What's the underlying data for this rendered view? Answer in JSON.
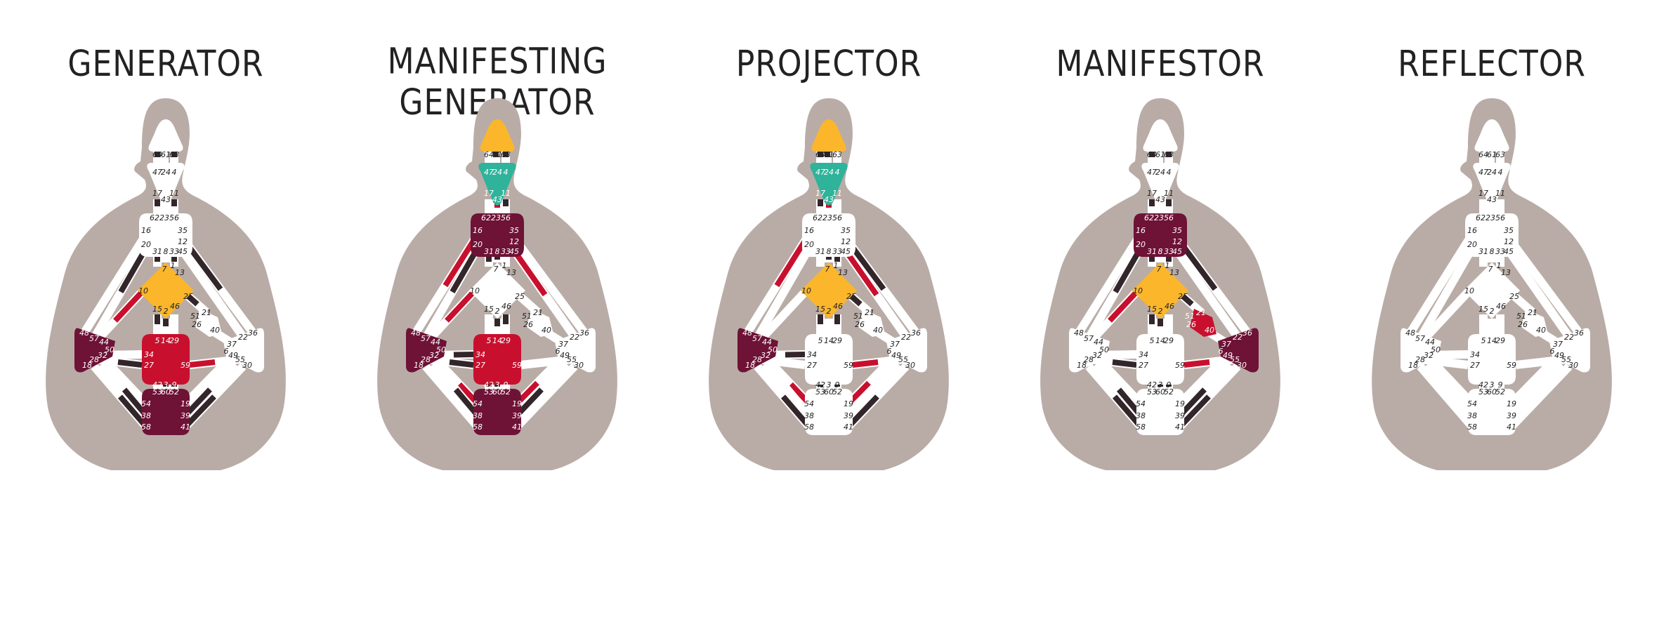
{
  "colors": {
    "body": "#b9aca6",
    "center": "#ffffff",
    "head": "#fbb62b",
    "ajna": "#2fb39a",
    "throat_heart_spleen": "#6e1236",
    "sacral": "#c8102e",
    "channel_black": "#33262a",
    "channel_red": "#c8102e"
  },
  "gates": {
    "head": [
      "64",
      "61",
      "63"
    ],
    "ajna": [
      "47",
      "24",
      "4",
      "17",
      "43",
      "11"
    ],
    "throat": [
      "62",
      "23",
      "56",
      "16",
      "35",
      "20",
      "31",
      "8",
      "33",
      "45",
      "12"
    ],
    "g": [
      "7",
      "1",
      "13",
      "10",
      "25",
      "15",
      "2",
      "46"
    ],
    "heart": [
      "21",
      "26",
      "51",
      "40"
    ],
    "spleen": [
      "48",
      "57",
      "44",
      "50",
      "32",
      "28",
      "18"
    ],
    "solar": [
      "36",
      "22",
      "37",
      "6",
      "49",
      "55",
      "30"
    ],
    "sacral": [
      "5",
      "14",
      "29",
      "34",
      "27",
      "59",
      "42",
      "3",
      "9"
    ],
    "root": [
      "53",
      "60",
      "52",
      "54",
      "19",
      "38",
      "39",
      "58",
      "41"
    ]
  },
  "types": [
    {
      "title": "GENERATOR",
      "defined": {
        "head": false,
        "ajna": false,
        "throat": false,
        "g": true,
        "heart": false,
        "spleen": true,
        "sacral": true,
        "solar": false,
        "root": true
      }
    },
    {
      "title": "MANIFESTING GENERATOR",
      "defined": {
        "head": true,
        "ajna": true,
        "throat": true,
        "g": false,
        "heart": false,
        "spleen": true,
        "sacral": true,
        "solar": false,
        "root": true
      }
    },
    {
      "title": "PROJECTOR",
      "defined": {
        "head": true,
        "ajna": true,
        "throat": false,
        "g": true,
        "heart": false,
        "spleen": true,
        "sacral": false,
        "solar": false,
        "root": false
      }
    },
    {
      "title": "MANIFESTOR",
      "defined": {
        "head": false,
        "ajna": false,
        "throat": true,
        "g": true,
        "heart": true,
        "spleen": false,
        "sacral": false,
        "solar": true,
        "root": false
      }
    },
    {
      "title": "REFLECTOR",
      "defined": {
        "head": false,
        "ajna": false,
        "throat": false,
        "g": false,
        "heart": false,
        "spleen": false,
        "sacral": false,
        "solar": false,
        "root": false
      }
    }
  ]
}
